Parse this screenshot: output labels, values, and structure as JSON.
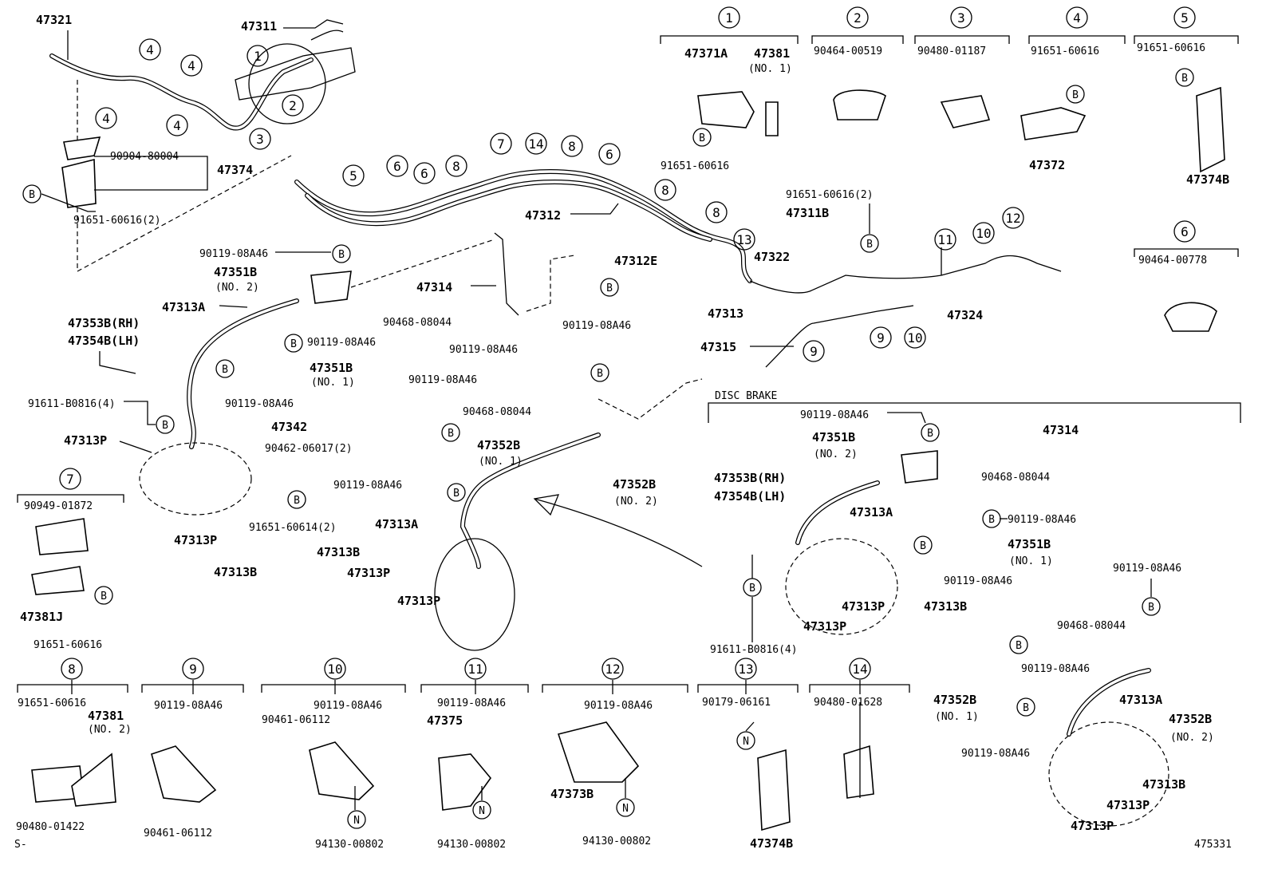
{
  "diagram": {
    "footer": {
      "corner_mark": "S-",
      "drawing_number": "475331"
    },
    "section_title": "DISC BRAKE",
    "callouts": {
      "1": {
        "number": "1",
        "parts": [
          "47371A",
          "47381",
          "(NO. 1)",
          "91651-60616"
        ]
      },
      "2": {
        "number": "2",
        "parts": [
          "90464-00519"
        ]
      },
      "3": {
        "number": "3",
        "parts": [
          "90480-01187"
        ]
      },
      "4": {
        "number": "4",
        "parts": [
          "91651-60616",
          "47372"
        ]
      },
      "5": {
        "number": "5",
        "parts": [
          "91651-60616",
          "47374B"
        ]
      },
      "6": {
        "number": "6",
        "parts": [
          "90464-00778"
        ]
      },
      "7": {
        "number": "7",
        "parts": [
          "90949-01872",
          "47381J",
          "91651-60616"
        ]
      },
      "8": {
        "number": "8",
        "parts": [
          "91651-60616",
          "47381",
          "(NO. 2)",
          "90480-01422"
        ]
      },
      "9": {
        "number": "9",
        "parts": [
          "90119-08A46",
          "90461-06112"
        ]
      },
      "10": {
        "number": "10",
        "parts": [
          "90119-08A46",
          "90461-06112",
          "94130-00802"
        ]
      },
      "11": {
        "number": "11",
        "parts": [
          "90119-08A46",
          "47375",
          "94130-00802"
        ]
      },
      "12": {
        "number": "12",
        "parts": [
          "90119-08A46",
          "47373B",
          "94130-00802"
        ]
      },
      "13": {
        "number": "13",
        "parts": [
          "90179-06161",
          "47374B"
        ]
      },
      "14": {
        "number": "14",
        "parts": [
          "90480-01628"
        ]
      }
    },
    "symbols": {
      "B": "B",
      "N": "N"
    },
    "labels": {
      "p47321": "47321",
      "p47311": "47311",
      "p90904": "90904-80004",
      "p47374": "47374",
      "p91651_2a": "91651-60616(2)",
      "p47312": "47312",
      "p91651_2b": "91651-60616(2)",
      "p47311B": "47311B",
      "p47312E": "47312E",
      "p47322": "47322",
      "p90119_a": "90119-08A46",
      "p47351B_a": "47351B",
      "no2_a": "(NO. 2)",
      "p47314_a": "47314",
      "p47313A_a": "47313A",
      "p90468_a": "90468-08044",
      "p90119_b": "90119-08A46",
      "p47313_a": "47313",
      "p47324": "47324",
      "p47353B_a": "47353B(RH)",
      "p47354B_a": "47354B(LH)",
      "p90119_c": "90119-08A46",
      "p47351B_b": "47351B",
      "no1_a": "(NO. 1)",
      "p47315": "47315",
      "p91611_a": "91611-B0816(4)",
      "p90119_d": "90119-08A46",
      "p90119_e": "90119-08A46",
      "p90119_f": "90119-08A46",
      "p47342": "47342",
      "p47313P_a": "47313P",
      "p90462": "90462-06017(2)",
      "p90468_b": "90468-08044",
      "p47352B_a": "47352B",
      "no1_b": "(NO. 1)",
      "p47352B_b": "47352B",
      "no2_b": "(NO. 2)",
      "p90119_g": "90119-08A46",
      "p91651_614": "91651-60614(2)",
      "p47313P_b": "47313P",
      "p47313B_a": "47313B",
      "p47313A_b": "47313A",
      "p47313B_b": "47313B",
      "p47313P_c": "47313P",
      "p47313P_d": "47313P",
      "p90119_h": "90119-08A46",
      "p47314_b": "47314",
      "p47351B_c": "47351B",
      "no2_c": "(NO. 2)",
      "p90468_c": "90468-08044",
      "p47353B_b": "47353B(RH)",
      "p47354B_b": "47354B(LH)",
      "p47313A_c": "47313A",
      "p90119_i": "90119-08A46",
      "p47351B_d": "47351B",
      "no1_c": "(NO. 1)",
      "p90119_j": "90119-08A46",
      "p47313P_e": "47313P",
      "p47313B_c": "47313B",
      "p47313P_f": "47313P",
      "p91611_b": "91611-B0816(4)",
      "p90119_k": "90119-08A46",
      "p90468_d": "90468-08044",
      "p90119_l": "90119-08A46",
      "p47352B_c": "47352B",
      "no1_d": "(NO. 1)",
      "p47313A_d": "47313A",
      "p47352B_d": "47352B",
      "no2_d": "(NO. 2)",
      "p90119_m": "90119-08A46",
      "p47313B_d": "47313B",
      "p47313P_g": "47313P",
      "p47313P_h": "47313P"
    }
  }
}
